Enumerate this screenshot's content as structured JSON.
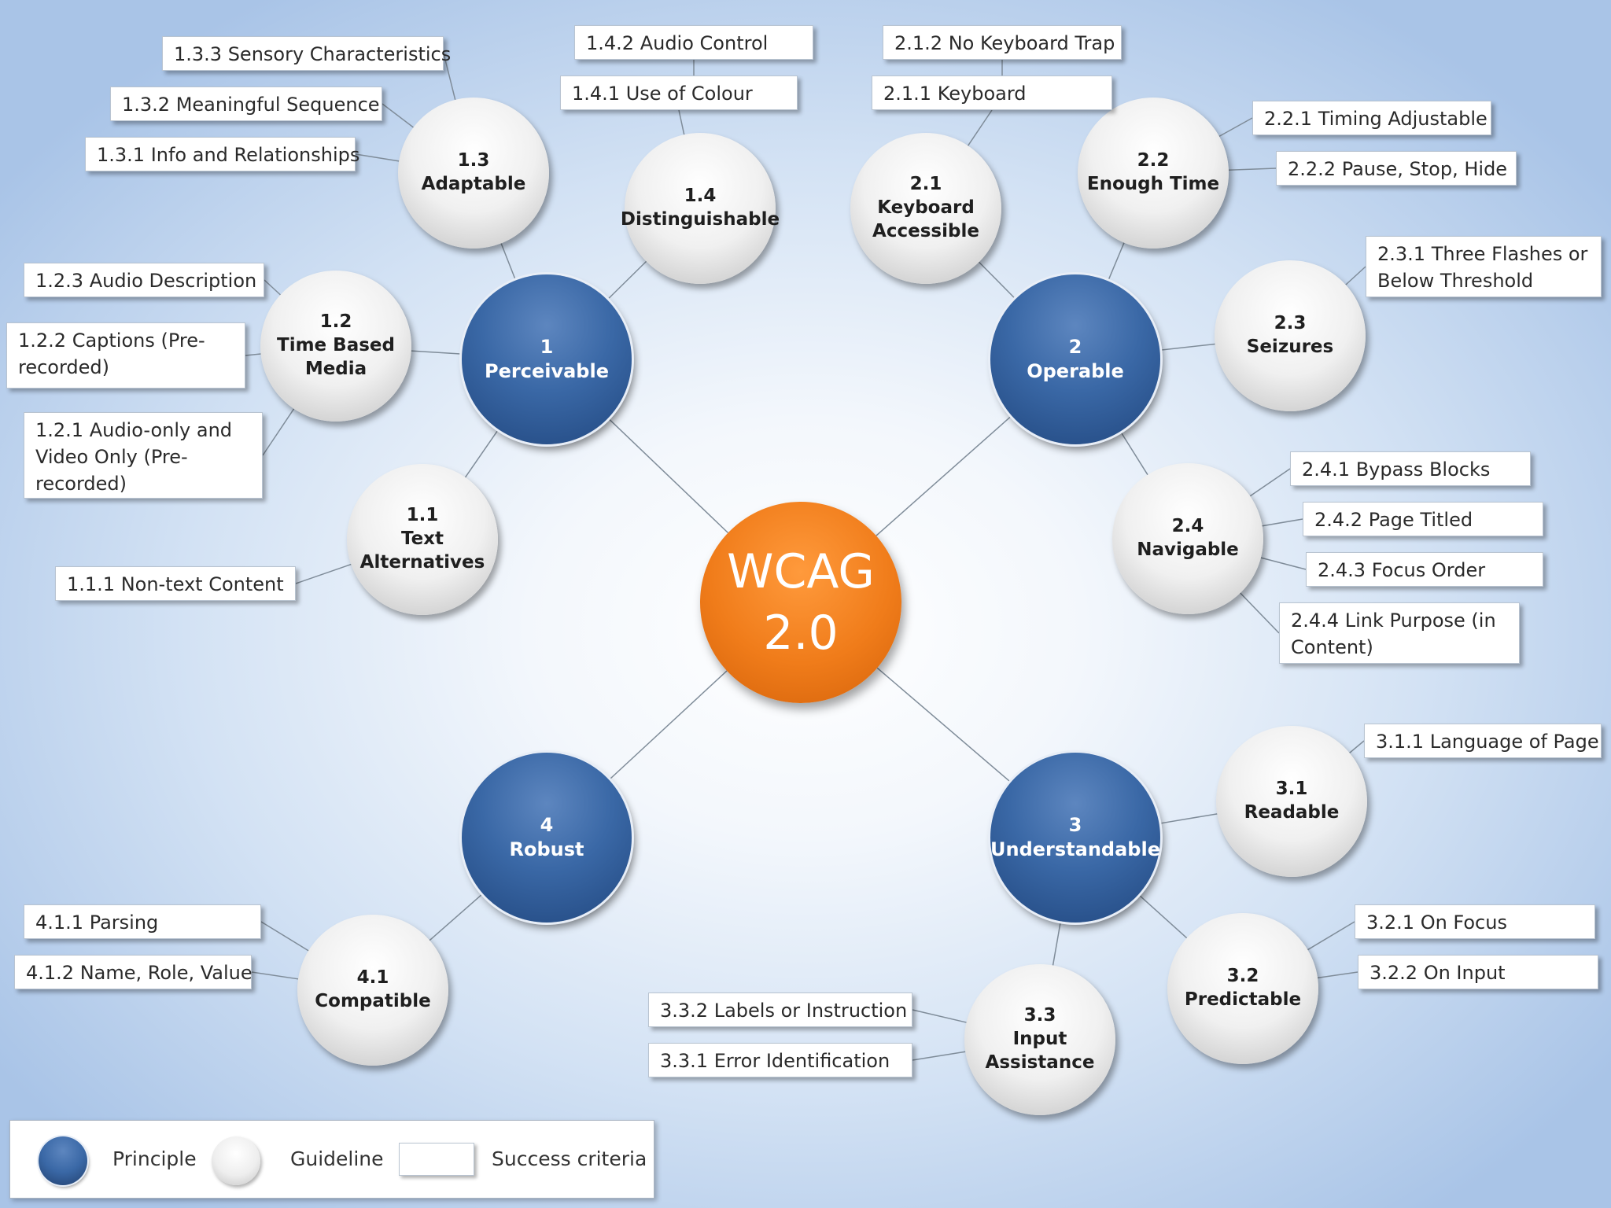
{
  "center": {
    "line1": "WCAG",
    "line2": "2.0"
  },
  "principles": [
    {
      "id": "p1",
      "number": "1",
      "label": "Perceivable"
    },
    {
      "id": "p2",
      "number": "2",
      "label": "Operable"
    },
    {
      "id": "p3",
      "number": "3",
      "label": "Understandable"
    },
    {
      "id": "p4",
      "number": "4",
      "label": "Robust"
    }
  ],
  "guidelines": [
    {
      "id": "g11",
      "principle": "p1",
      "lines": [
        "1.1",
        "Text",
        "Alternatives"
      ]
    },
    {
      "id": "g12",
      "principle": "p1",
      "lines": [
        "1.2",
        "Time Based",
        "Media"
      ]
    },
    {
      "id": "g13",
      "principle": "p1",
      "lines": [
        "1.3",
        "Adaptable"
      ]
    },
    {
      "id": "g14",
      "principle": "p1",
      "lines": [
        "1.4",
        "Distinguishable"
      ]
    },
    {
      "id": "g21",
      "principle": "p2",
      "lines": [
        "2.1",
        "Keyboard",
        "Accessible"
      ]
    },
    {
      "id": "g22",
      "principle": "p2",
      "lines": [
        "2.2",
        "Enough Time"
      ]
    },
    {
      "id": "g23",
      "principle": "p2",
      "lines": [
        "2.3",
        "Seizures"
      ]
    },
    {
      "id": "g24",
      "principle": "p2",
      "lines": [
        "2.4",
        "Navigable"
      ]
    },
    {
      "id": "g31",
      "principle": "p3",
      "lines": [
        "3.1",
        "Readable"
      ]
    },
    {
      "id": "g32",
      "principle": "p3",
      "lines": [
        "3.2",
        "Predictable"
      ]
    },
    {
      "id": "g33",
      "principle": "p3",
      "lines": [
        "3.3",
        "Input",
        "Assistance"
      ]
    },
    {
      "id": "g41",
      "principle": "p4",
      "lines": [
        "4.1",
        "Compatible"
      ]
    }
  ],
  "criteria": [
    {
      "id": "c111",
      "guideline": "g11",
      "text": "1.1.1 Non-text Content"
    },
    {
      "id": "c121",
      "guideline": "g12",
      "text": "1.2.1 Audio-only and Video Only (Pre-recorded)"
    },
    {
      "id": "c122",
      "guideline": "g12",
      "text": "1.2.2 Captions (Pre-recorded)"
    },
    {
      "id": "c123",
      "guideline": "g12",
      "text": "1.2.3 Audio Description"
    },
    {
      "id": "c131",
      "guideline": "g13",
      "text": "1.3.1 Info and Relationships"
    },
    {
      "id": "c132",
      "guideline": "g13",
      "text": "1.3.2 Meaningful Sequence"
    },
    {
      "id": "c133",
      "guideline": "g13",
      "text": "1.3.3 Sensory Characteristics"
    },
    {
      "id": "c141",
      "guideline": "g14",
      "text": "1.4.1 Use of Colour"
    },
    {
      "id": "c142",
      "guideline": "g14",
      "text": "1.4.2 Audio Control"
    },
    {
      "id": "c211",
      "guideline": "g21",
      "text": "2.1.1 Keyboard"
    },
    {
      "id": "c212",
      "guideline": "g21",
      "text": "2.1.2 No Keyboard Trap"
    },
    {
      "id": "c221",
      "guideline": "g22",
      "text": "2.2.1 Timing Adjustable"
    },
    {
      "id": "c222",
      "guideline": "g22",
      "text": "2.2.2 Pause, Stop, Hide"
    },
    {
      "id": "c231",
      "guideline": "g23",
      "text": "2.3.1 Three Flashes or Below Threshold"
    },
    {
      "id": "c241",
      "guideline": "g24",
      "text": "2.4.1 Bypass Blocks"
    },
    {
      "id": "c242",
      "guideline": "g24",
      "text": "2.4.2 Page Titled"
    },
    {
      "id": "c243",
      "guideline": "g24",
      "text": "2.4.3 Focus Order"
    },
    {
      "id": "c244",
      "guideline": "g24",
      "text": "2.4.4 Link Purpose (in Content)"
    },
    {
      "id": "c311",
      "guideline": "g31",
      "text": "3.1.1 Language of Page"
    },
    {
      "id": "c321",
      "guideline": "g32",
      "text": "3.2.1 On Focus"
    },
    {
      "id": "c322",
      "guideline": "g32",
      "text": "3.2.2 On Input"
    },
    {
      "id": "c331",
      "guideline": "g33",
      "text": "3.3.1 Error Identification"
    },
    {
      "id": "c332",
      "guideline": "g33",
      "text": "3.3.2 Labels or Instruction"
    },
    {
      "id": "c411",
      "guideline": "g41",
      "text": "4.1.1 Parsing"
    },
    {
      "id": "c412",
      "guideline": "g41",
      "text": "4.1.2 Name, Role, Value"
    }
  ],
  "legend": {
    "principle": "Principle",
    "guideline": "Guideline",
    "criteria": "Success criteria"
  },
  "colors": {
    "principle": "#2f5a96",
    "guideline": "#e8e8e8",
    "center": "#f07c1a",
    "connector": "#7f8c99"
  }
}
